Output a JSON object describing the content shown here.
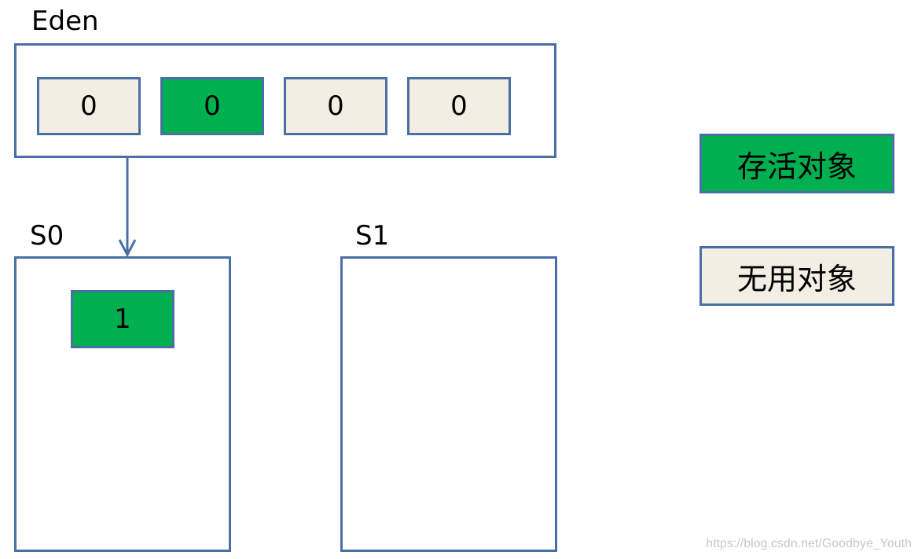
{
  "eden": {
    "label": "Eden",
    "objects": [
      {
        "value": "0",
        "state": "dead"
      },
      {
        "value": "0",
        "state": "live"
      },
      {
        "value": "0",
        "state": "dead"
      },
      {
        "value": "0",
        "state": "dead"
      }
    ]
  },
  "s0": {
    "label": "S0",
    "objects": [
      {
        "value": "1",
        "state": "live"
      }
    ]
  },
  "s1": {
    "label": "S1",
    "objects": []
  },
  "legend": {
    "live_label": "存活对象",
    "dead_label": "无用对象"
  },
  "colors": {
    "live": "#00b050",
    "dead": "#f2eee4",
    "border": "#4a6fa5"
  },
  "watermark": "https://blog.csdn.net/Goodbye_Youth"
}
